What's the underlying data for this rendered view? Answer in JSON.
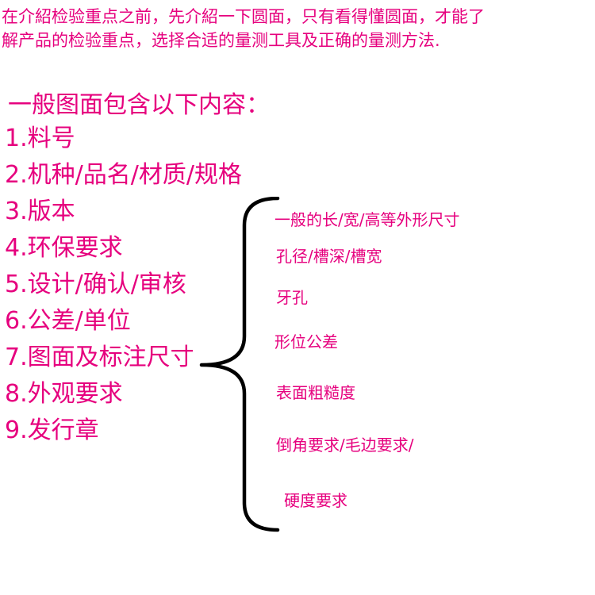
{
  "intro": {
    "text": "在介紹检验重点之前，先介紹一下圆面，只有看得懂圆面，才能了\n解产品的检验重点，选择合适的量测工具及正确的量测方法."
  },
  "heading": "一般图面包含以下内容：",
  "list": [
    "1.料号",
    "2.机种/品名/材质/规格",
    "3.版本",
    "4.环保要求",
    "5.设计/确认/审核",
    "6.公差/单位",
    "7.图面及标注尺寸",
    "8.外观要求",
    "9.发行章"
  ],
  "dimension_items": [
    "一般的长/宽/高等外形尺寸",
    "孔径/槽深/槽宽",
    "牙孔",
    "形位公差",
    "表面粗糙度",
    "倒角要求/毛边要求/",
    "硬度要求"
  ],
  "colors": {
    "text": "#e6007e",
    "brace": "#000000",
    "background": "#ffffff"
  }
}
